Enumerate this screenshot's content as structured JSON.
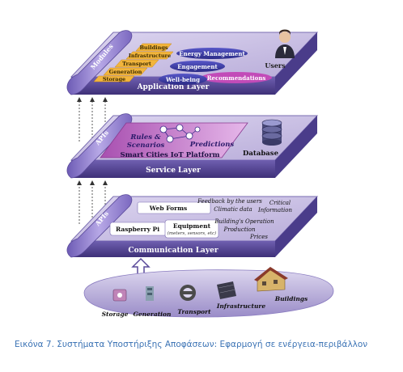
{
  "layers": {
    "application": {
      "title": "Application Layer",
      "tab": "Modules",
      "modules": [
        "Buildings",
        "Infrastructure",
        "Transport",
        "Generation",
        "Storage"
      ],
      "energy_management": "Energy Management",
      "engagement": "Engagement",
      "well_being": "Well-being",
      "recommendations": "Recommendations",
      "users": "Users"
    },
    "service": {
      "title": "Service Layer",
      "tab": "APIs",
      "rules_line1": "Rules &",
      "rules_line2": "Scenarios",
      "predictions": "Predictions",
      "platform": "Smart Cities IoT Platform",
      "database": "Database"
    },
    "communication": {
      "title": "Communication Layer",
      "tab": "APIs",
      "web_forms": "Web Forms",
      "raspberry_pi": "Raspberry Pi",
      "equipment": "Equipment",
      "equipment_sub": "(meters, sensors, etc)",
      "feedback": "Feedback by the users",
      "climatic": "Climatic data",
      "critical": "Critical",
      "information": "Information",
      "building_operation": "Building's Operation",
      "production": "Production",
      "prices": "Prices"
    }
  },
  "bottom_labels": [
    "Storage",
    "Generation",
    "Transport",
    "Infrastructure",
    "Buildings"
  ],
  "caption": "Εικόνα 7. Συστήματα Υποστήριξης Αποφάσεων: Εφαρμογή σε ενέργεια-περιβάλλον",
  "colors": {
    "layer_top": "#c9c0e4",
    "layer_front": "#5a4a9a",
    "tab_purple": "#8a77c8",
    "module_orange": "#f2b53c",
    "oval_blue": "#3f3fa8",
    "platform_pink": "#c06cc4",
    "caption_blue": "#3d74b5"
  }
}
